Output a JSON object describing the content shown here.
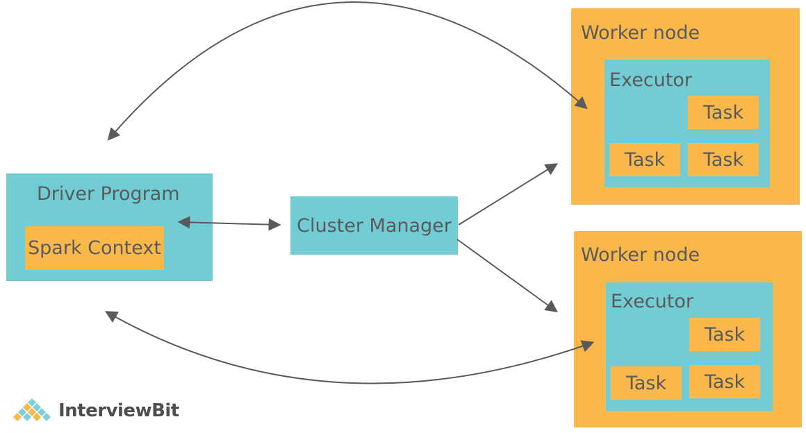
{
  "driver": {
    "title": "Driver Program",
    "context": "Spark Context"
  },
  "cluster_manager": {
    "label": "Cluster Manager"
  },
  "workers": [
    {
      "title": "Worker node",
      "executor": "Executor",
      "tasks": [
        "Task",
        "Task",
        "Task"
      ]
    },
    {
      "title": "Worker node",
      "executor": "Executor",
      "tasks": [
        "Task",
        "Task",
        "Task"
      ]
    }
  ],
  "logo": {
    "text": "InterviewBit"
  },
  "colors": {
    "teal": "#72ccd4",
    "orange": "#fbb84a",
    "arrow": "#5a5a5a",
    "text": "#5a5a5a"
  }
}
